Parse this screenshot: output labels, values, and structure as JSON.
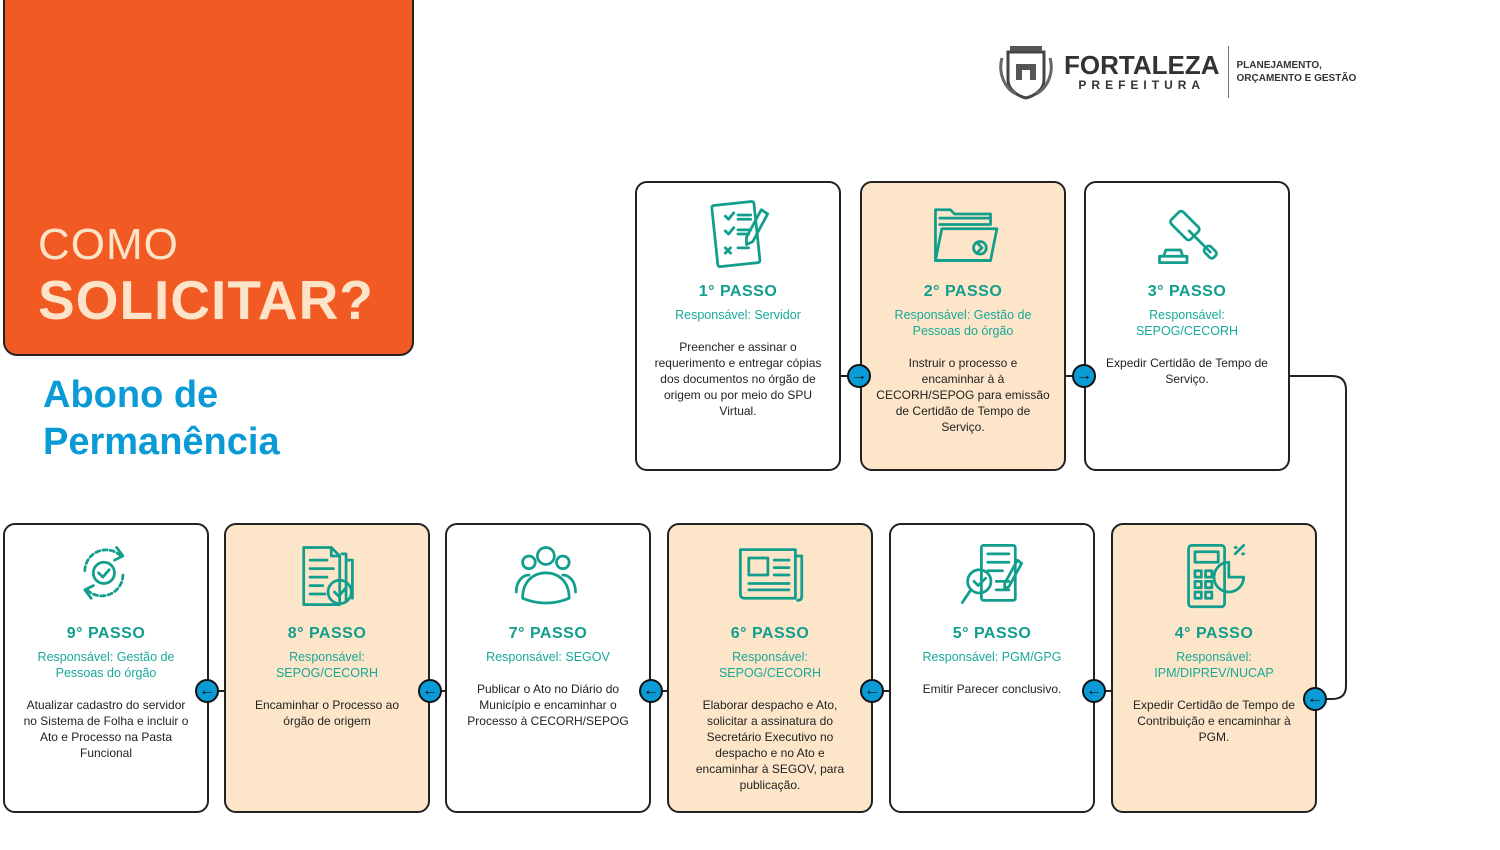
{
  "hero": {
    "line1": "COMO",
    "line2": "SOLICITAR?"
  },
  "subtitle": {
    "line1": "Abono de",
    "line2": "Permanência"
  },
  "logo": {
    "name": "FORTALEZA",
    "sub": "PREFEITURA",
    "dept_line1": "PLANEJAMENTO,",
    "dept_line2": "ORÇAMENTO E GESTÃO"
  },
  "colors": {
    "orange": "#f25a23",
    "teal": "#119e8c",
    "blue": "#0a9ad6",
    "peach": "#fde5c9",
    "cream": "#fde4c8"
  },
  "steps": [
    {
      "title": "1° PASSO",
      "resp": "Responsável: Servidor",
      "desc": "Preencher e assinar o requerimento e entregar cópias dos documentos no órgão de origem ou por meio do SPU Virtual.",
      "icon": "checklist-icon"
    },
    {
      "title": "2° PASSO",
      "resp": "Responsável: Gestão de Pessoas do órgão",
      "desc": "Instruir o processo e encaminhar à à CECORH/SEPOG para emissão de Certidão de Tempo de Serviço.",
      "icon": "folder-icon"
    },
    {
      "title": "3° PASSO",
      "resp": "Responsável: SEPOG/CECORH",
      "desc": "Expedir Certidão de Tempo de Serviço.",
      "icon": "gavel-icon"
    },
    {
      "title": "4° PASSO",
      "resp": "Responsável: IPM/DIPREV/NUCAP",
      "desc": "Expedir Certidão de Tempo de Contribuição e encaminhar à PGM.",
      "icon": "calculator-chart-icon"
    },
    {
      "title": "5° PASSO",
      "resp": "Responsável: PGM/GPG",
      "desc": "Emitir Parecer conclusivo.",
      "icon": "document-review-icon"
    },
    {
      "title": "6° PASSO",
      "resp": "Responsável: SEPOG/CECORH",
      "desc": "Elaborar despacho e Ato, solicitar a assinatura do Secretário Executivo no despacho e no Ato e encaminhar à SEGOV, para publicação.",
      "icon": "newspaper-icon"
    },
    {
      "title": "7° PASSO",
      "resp": "Responsável: SEGOV",
      "desc": "Publicar o Ato no Diário do Município e encaminhar o Processo à CECORH/SEPOG",
      "icon": "people-icon"
    },
    {
      "title": "8° PASSO",
      "resp": "Responsável: SEPOG/CECORH",
      "desc": "Encaminhar o Processo ao órgão de origem",
      "icon": "approved-document-icon"
    },
    {
      "title": "9° PASSO",
      "resp": "Responsável: Gestão de Pessoas do órgão",
      "desc": "Atualizar cadastro do servidor no Sistema de Folha e incluir o Ato e Processo na Pasta Funcional",
      "icon": "refresh-check-icon"
    }
  ]
}
